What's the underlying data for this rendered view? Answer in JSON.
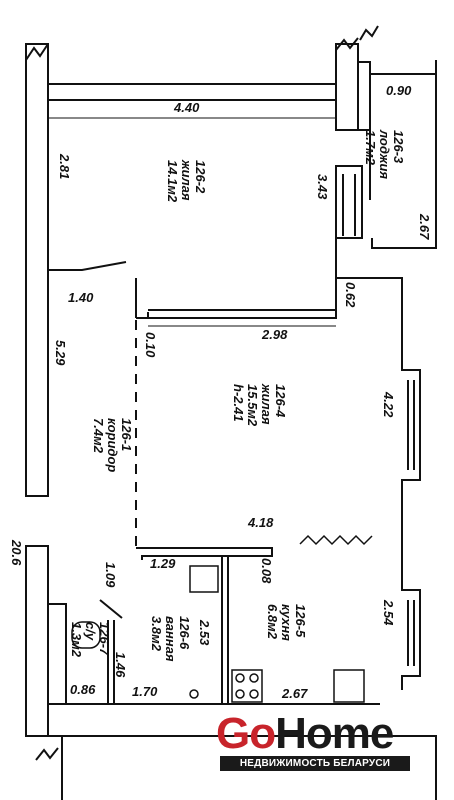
{
  "rooms": {
    "living_2": {
      "id": "126-2",
      "type": "жилая",
      "area": "14.1м2"
    },
    "loggia": {
      "id": "126-3",
      "type": "лоджия",
      "area": "1.7м2"
    },
    "living_4": {
      "id": "126-4",
      "type": "жилая",
      "area": "15.5м2",
      "height": "h-2.41"
    },
    "corridor": {
      "id": "126-1",
      "type": "коридор",
      "area": "7.4м2"
    },
    "kitchen": {
      "id": "126-5",
      "type": "кухня",
      "area": "6.8м2"
    },
    "bathroom": {
      "id": "126-6",
      "type": "ванная",
      "area": "3.8м2"
    },
    "wc": {
      "id": "126-7",
      "type": "с/у",
      "area": "1.3м2"
    }
  },
  "dimensions": {
    "d_440": "4.40",
    "d_090": "0.90",
    "d_281": "2.81",
    "d_343": "3.43",
    "d_267_right": "2.67",
    "d_140": "1.40",
    "d_062": "0.62",
    "d_298": "2.98",
    "d_010": "0.10",
    "d_529": "5.29",
    "d_422": "4.22",
    "d_418": "4.18",
    "d_129": "1.29",
    "d_008": "0.08",
    "d_109": "1.09",
    "d_253": "2.53",
    "d_254": "2.54",
    "d_146": "1.46",
    "d_086": "0.86",
    "d_170": "1.70",
    "d_267_bottom": "2.67",
    "d_edge": "20.6"
  },
  "logo": {
    "go": "Go",
    "home": "Home",
    "subtitle": "НЕДВИЖИМОСТЬ БЕЛАРУСИ"
  },
  "colors": {
    "line": "#111111",
    "logo_red": "#c8242b",
    "logo_dark": "#1a1a1a"
  }
}
